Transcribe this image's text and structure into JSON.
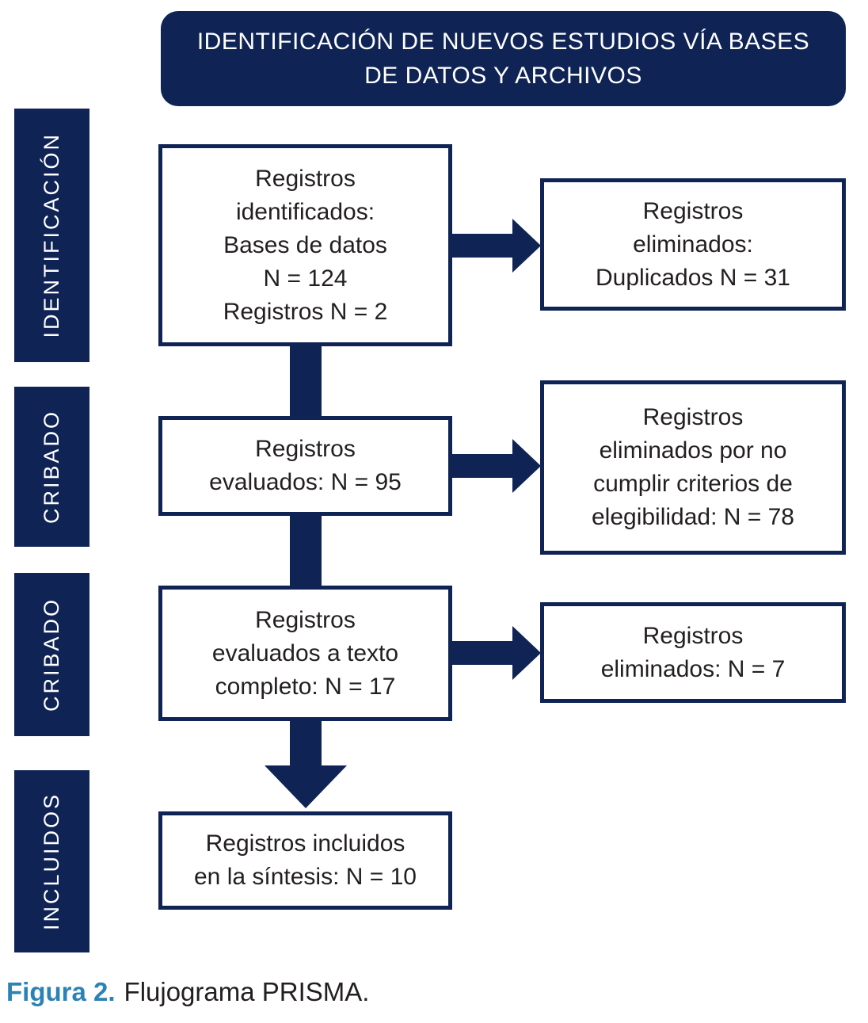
{
  "colors": {
    "navy": "#0F2355",
    "box_text": "#231F20",
    "caption_accent": "#2B83B5",
    "background": "#FFFFFF"
  },
  "header": {
    "lines": [
      "IDENTIFICACIÓN DE NUEVOS ESTUDIOS VÍA BASES",
      "DE DATOS Y ARCHIVOS"
    ]
  },
  "sidebar": {
    "stages": [
      {
        "label": "IDENTIFICACIÓN"
      },
      {
        "label": "CRIBADO"
      },
      {
        "label": "CRIBADO"
      },
      {
        "label": "INCLUIDOS"
      }
    ]
  },
  "flow": {
    "main_boxes": [
      {
        "lines": [
          "Registros",
          "identificados:",
          "Bases de datos",
          "N = 124",
          "Registros N = 2"
        ]
      },
      {
        "lines": [
          "Registros",
          "evaluados: N = 95"
        ]
      },
      {
        "lines": [
          "Registros",
          "evaluados a texto",
          "completo: N = 17"
        ]
      },
      {
        "lines": [
          "Registros incluidos",
          "en la síntesis: N = 10"
        ]
      }
    ],
    "side_boxes": [
      {
        "lines": [
          "Registros",
          "eliminados:",
          "Duplicados N = 31"
        ]
      },
      {
        "lines": [
          "Registros",
          "eliminados por no",
          "cumplir criterios de",
          "elegibilidad: N = 78"
        ]
      },
      {
        "lines": [
          "Registros",
          "eliminados: N = 7"
        ]
      }
    ]
  },
  "caption": {
    "figure_label": "Figura 2.",
    "figure_text": "Flujograma PRISMA."
  }
}
